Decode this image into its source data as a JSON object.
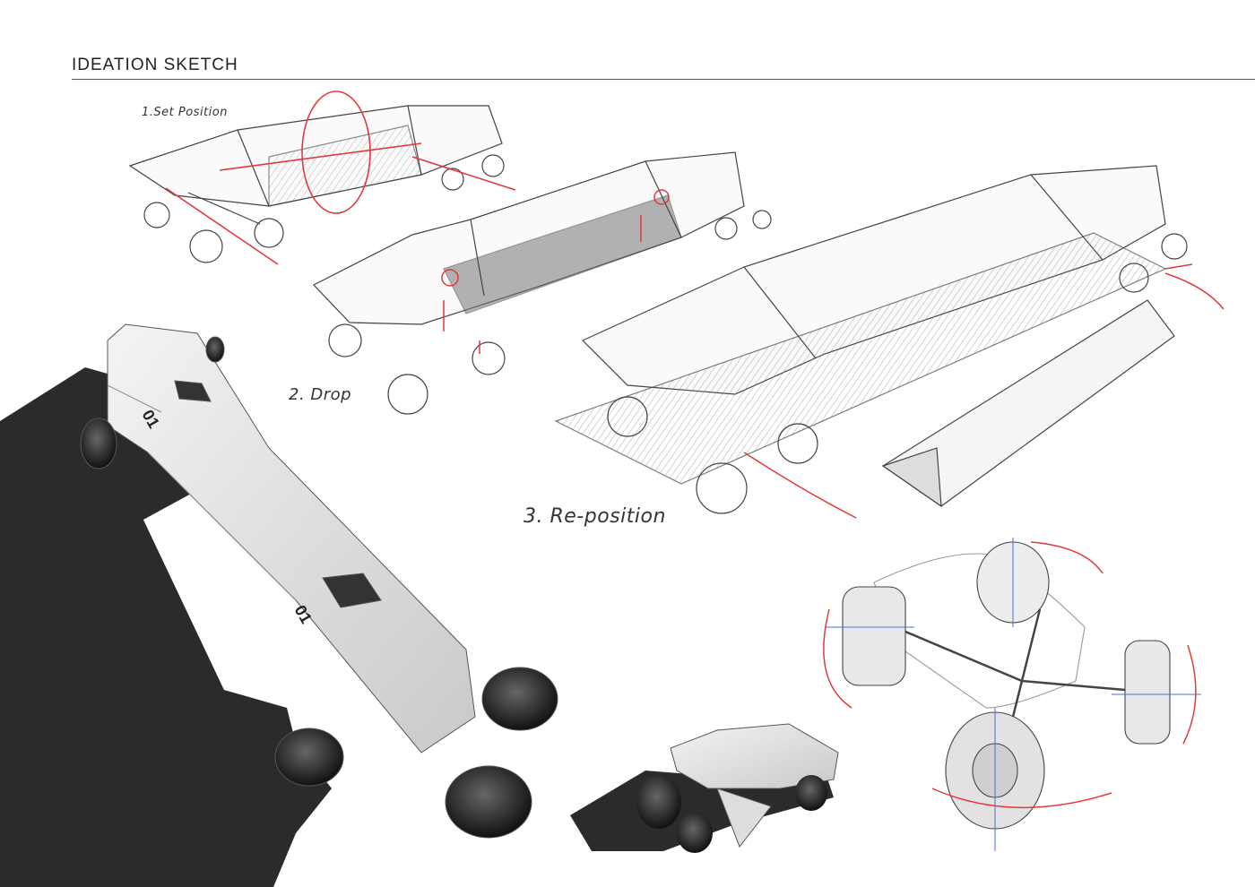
{
  "header": {
    "title": "IDEATION SKETCH"
  },
  "steps": [
    {
      "label": "1.Set Position"
    },
    {
      "label": "2. Drop"
    },
    {
      "label": "3. Re-position"
    }
  ],
  "render": {
    "badge_text": "01"
  },
  "colors": {
    "accent": "#e23a3a",
    "ink": "#333333",
    "shadow": "#2b2b2b",
    "axis": "#4a6fd1"
  }
}
